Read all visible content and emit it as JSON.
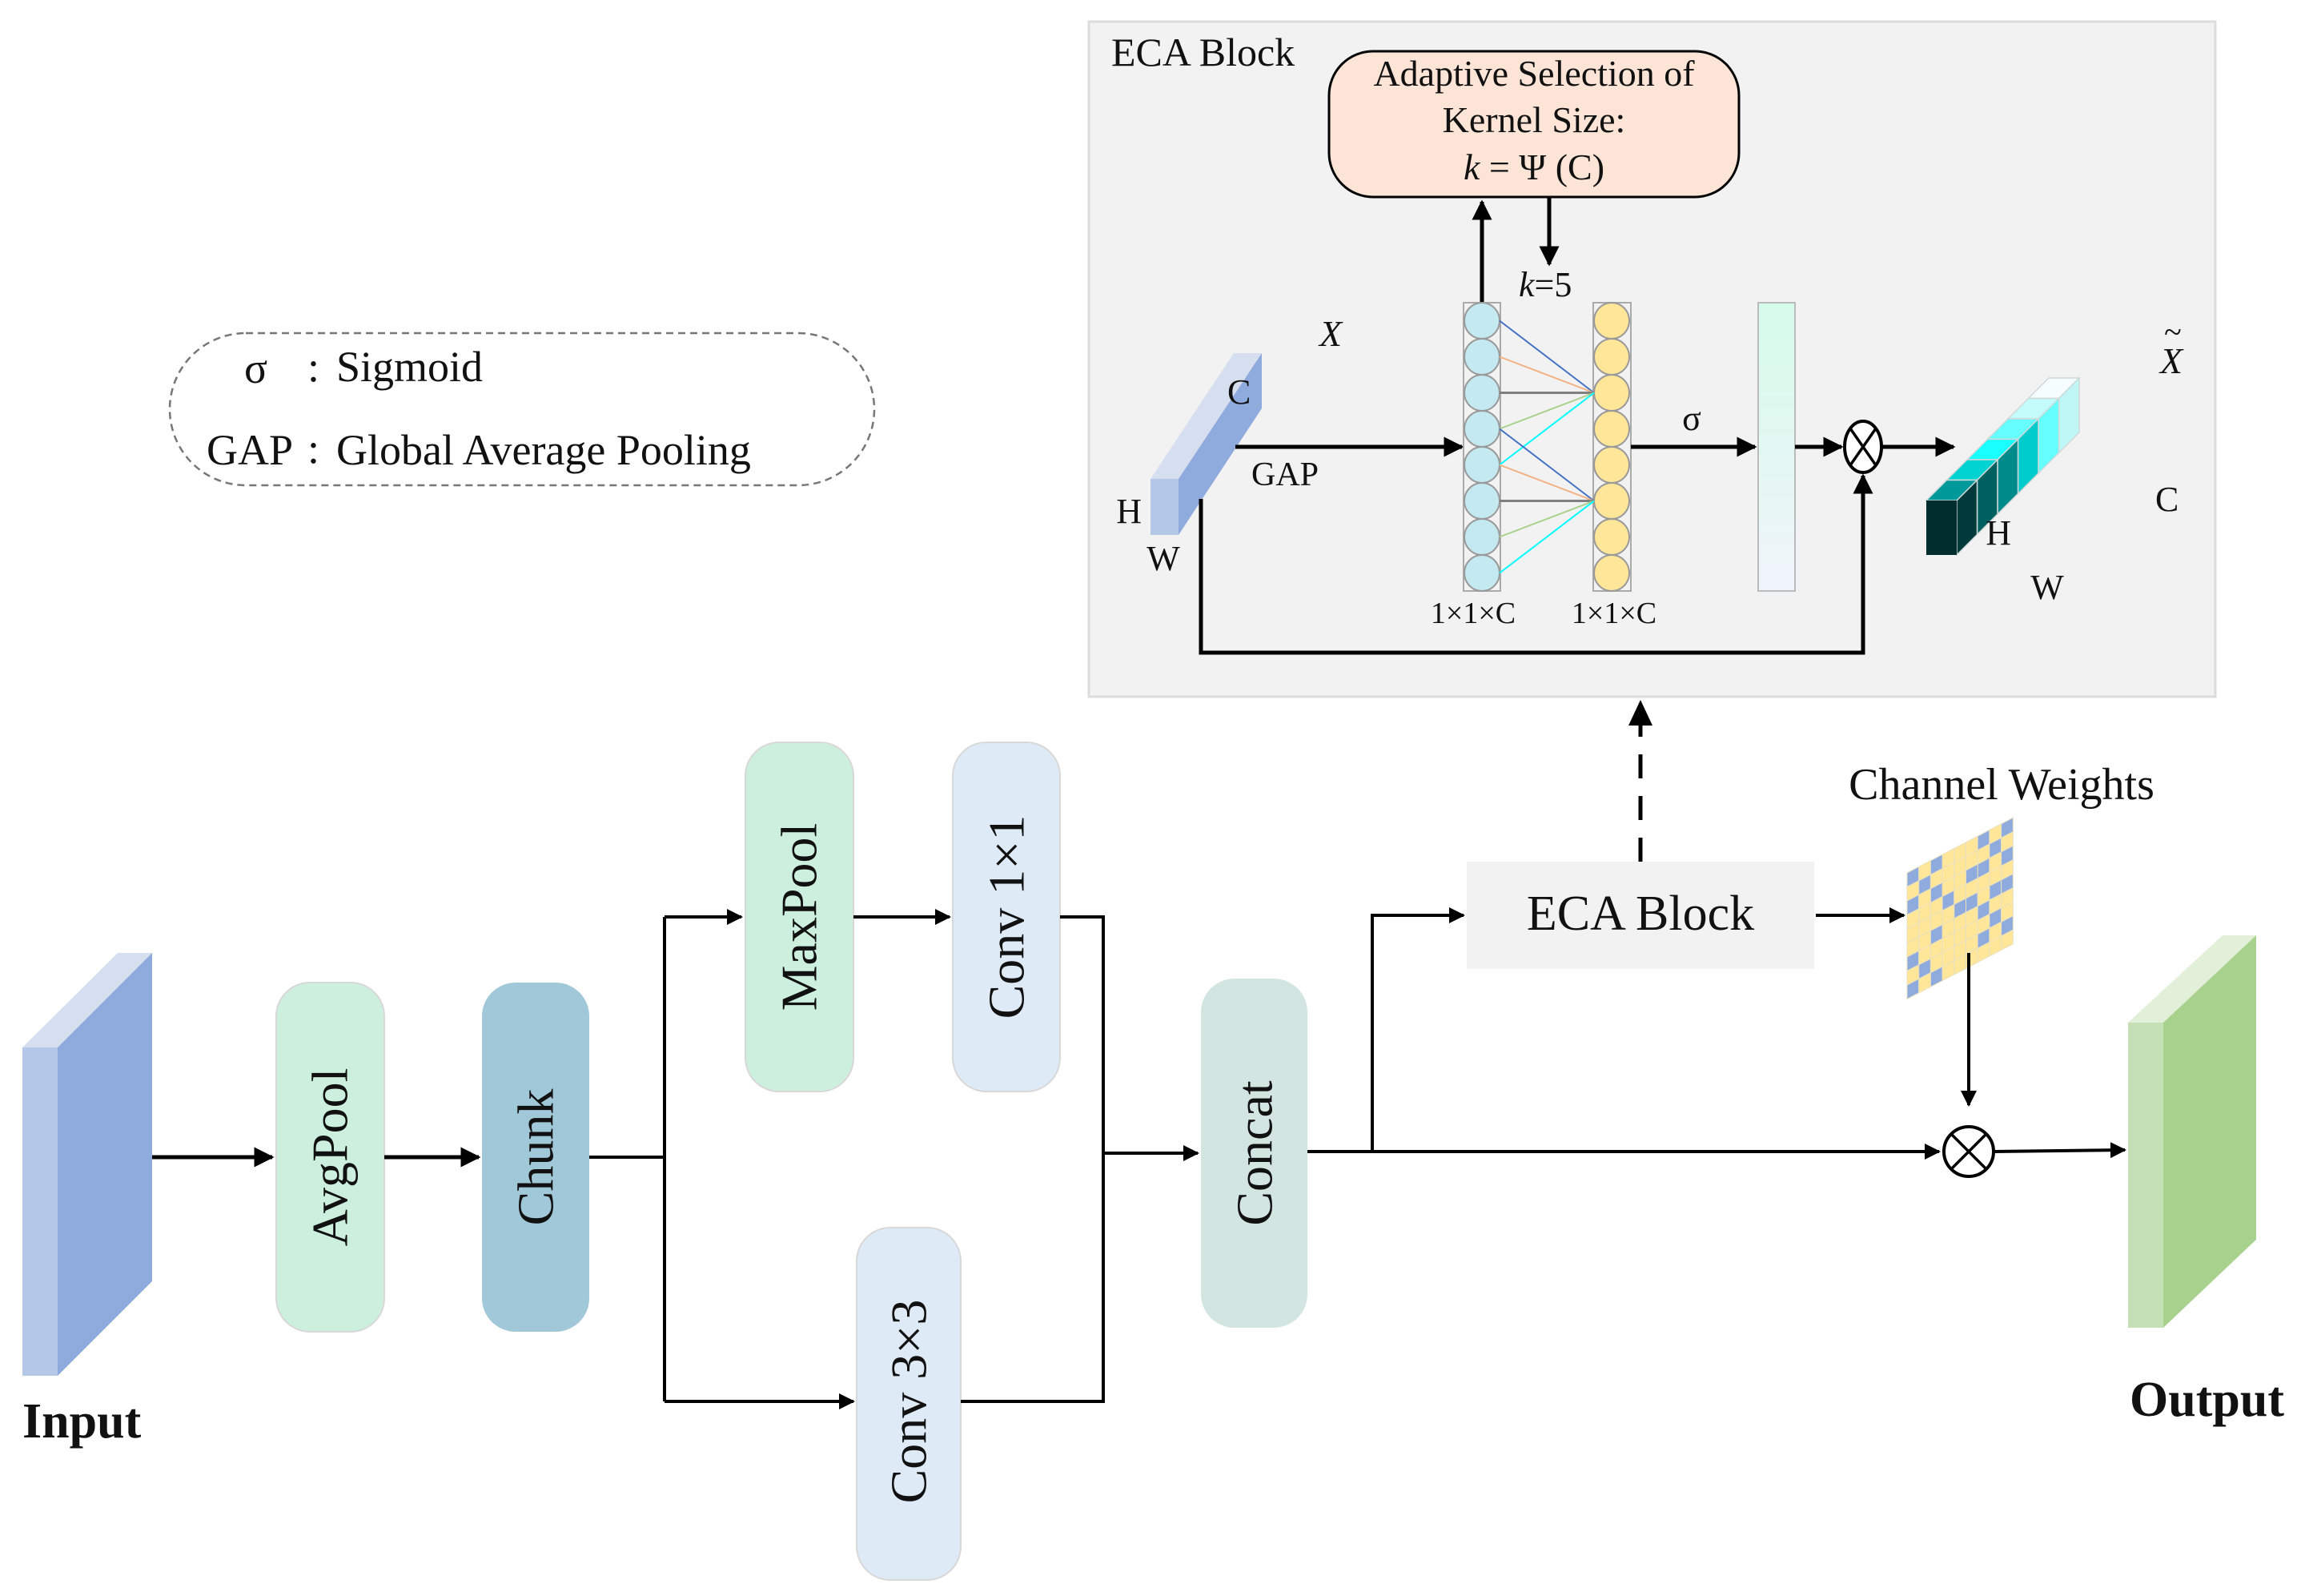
{
  "legend": {
    "items": [
      {
        "symbol": "σ",
        "separator": ":",
        "meaning": "Sigmoid"
      },
      {
        "symbol": "GAP",
        "separator": ":",
        "meaning": "Global Average Pooling"
      }
    ]
  },
  "eca_panel": {
    "title": "ECA Block",
    "kernel_box": {
      "line1": "Adaptive Selection of",
      "line2": "Kernel Size:",
      "formula_k": "k",
      "formula_rest": " = Ψ (C)"
    },
    "k_label_k": "k",
    "k_label_rest": "=5",
    "input_tensor": {
      "name": "X",
      "dim_c": "C",
      "dim_h": "H",
      "dim_w": "W"
    },
    "gap_label": "GAP",
    "vector_labels": [
      "1×1×C",
      "1×1×C"
    ],
    "sigma_label": "σ",
    "output_tensor": {
      "name": "X",
      "tilde": "~",
      "dim_c": "C",
      "dim_h": "H",
      "dim_w": "W"
    },
    "colors": {
      "panel_bg": "#f2f2f2",
      "kernel_box_fill": "#fce4d6",
      "gap_circle": "#c5e9f1",
      "conv_circle": "#ffe699",
      "attention_top": "#d5fbe9",
      "attention_bottom": "#f0f4fb",
      "tensor_front": "#b4c7e7",
      "tensor_side": "#8faadc",
      "tensor_top": "#d6dff0"
    },
    "circle_count": 8
  },
  "pipeline": {
    "input_label": "Input",
    "output_label": "Output",
    "blocks": [
      {
        "id": "avgpool",
        "label": "AvgPool",
        "color": "#cdf0de"
      },
      {
        "id": "chunk",
        "label": "Chunk",
        "color": "#a1c8d8"
      },
      {
        "id": "maxpool",
        "label": "MaxPool",
        "color": "#cdf0de"
      },
      {
        "id": "conv1x1",
        "label": "Conv 1×1",
        "color": "#deeaf6"
      },
      {
        "id": "conv3x3",
        "label": "Conv 3×3",
        "color": "#deeaf6"
      },
      {
        "id": "concat",
        "label": "Concat",
        "color": "#d3e5e0"
      }
    ],
    "eca_block_label": "ECA Block",
    "channel_weights_label": "Channel Weights",
    "colors": {
      "input_front": "#b4c7e7",
      "input_side": "#8faadc",
      "input_top": "#d6dff0",
      "output_front": "#c5e0b4",
      "output_side": "#a9d18e",
      "output_top": "#e2efd9",
      "weights_a": "#ffe699",
      "weights_b": "#8faadc",
      "eca_box": "#f2f2f2"
    }
  }
}
